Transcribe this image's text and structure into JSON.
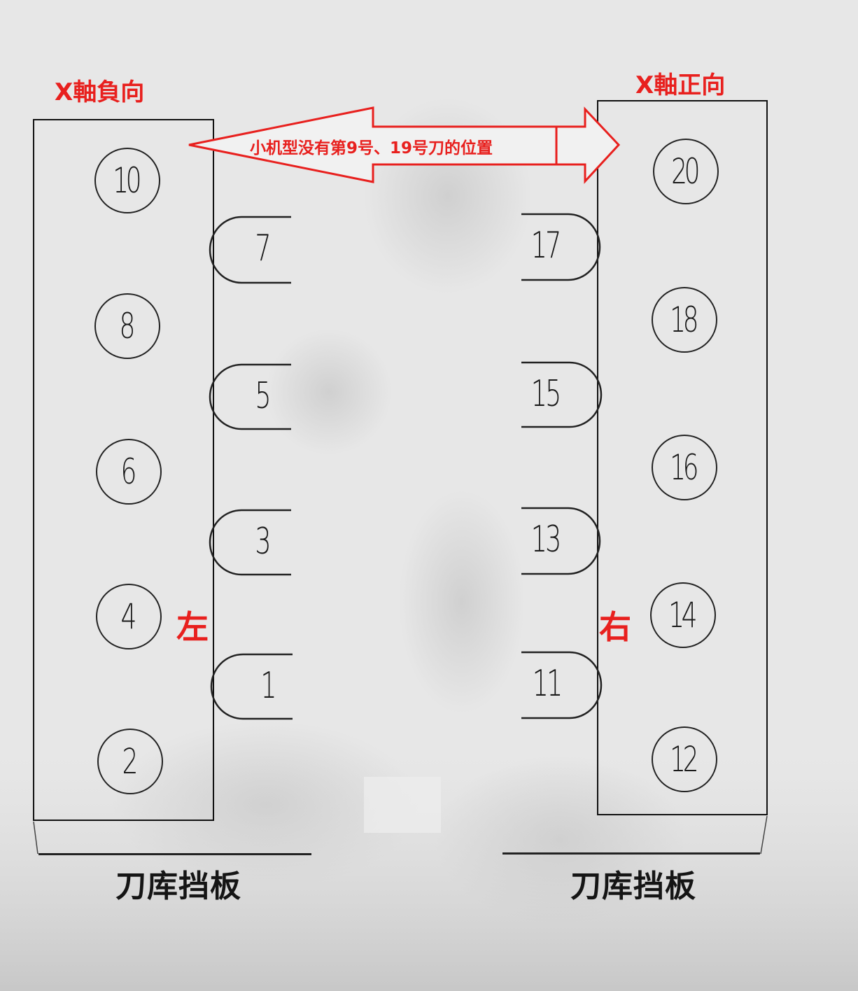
{
  "labels": {
    "x_negative": "X軸負向",
    "x_positive": "X軸正向",
    "left": "左",
    "right": "右",
    "arrow_note": "小机型没有第9号、19号刀的位置",
    "panel_left": "刀库挡板",
    "panel_right": "刀库挡板"
  },
  "left_circles": [
    "10",
    "8",
    "6",
    "4",
    "2"
  ],
  "left_pockets": [
    "7",
    "5",
    "3",
    "1"
  ],
  "right_circles": [
    "20",
    "18",
    "16",
    "14",
    "12"
  ],
  "right_pockets": [
    "17",
    "15",
    "13",
    "11"
  ],
  "colors": {
    "annotation": "#e8201e",
    "line": "#222222",
    "paper": "#e6e6e6"
  }
}
